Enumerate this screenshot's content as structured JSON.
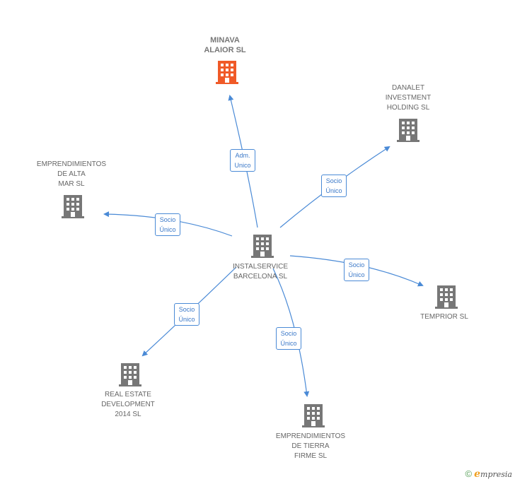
{
  "nodes": {
    "minava": {
      "label": "MINAVA\nALAIOR SL",
      "color": "#f05a28"
    },
    "danalet": {
      "label": "DANALET\nINVESTMENT\nHOLDING SL",
      "color": "#777777"
    },
    "emprendimientos_alta_mar": {
      "label": "EMPRENDIMIENTOS\nDE ALTA\nMAR SL",
      "color": "#777777"
    },
    "instalservice": {
      "label": "INSTALSERVICE\nBARCELONA  SL",
      "color": "#777777"
    },
    "temprior": {
      "label": "TEMPRIOR SL",
      "color": "#777777"
    },
    "real_estate": {
      "label": "REAL ESTATE\nDEVELOPMENT\n2014  SL",
      "color": "#777777"
    },
    "emprendimientos_tierra_firme": {
      "label": "EMPRENDIMIENTOS\nDE TIERRA\nFIRME SL",
      "color": "#777777"
    }
  },
  "edges": {
    "to_minava": "Adm.\nUnico",
    "to_danalet": "Socio\nÚnico",
    "to_alta_mar": "Socio\nÚnico",
    "to_temprior": "Socio\nÚnico",
    "to_real_estate": "Socio\nÚnico",
    "to_tierra_firme": "Socio\nÚnico"
  },
  "colors": {
    "edge": "#4a8ad6",
    "building_gray": "#777777",
    "building_highlight": "#f05a28"
  },
  "footer": {
    "copyright": "©",
    "brand_initial": "e",
    "brand_rest": "mpresia"
  }
}
